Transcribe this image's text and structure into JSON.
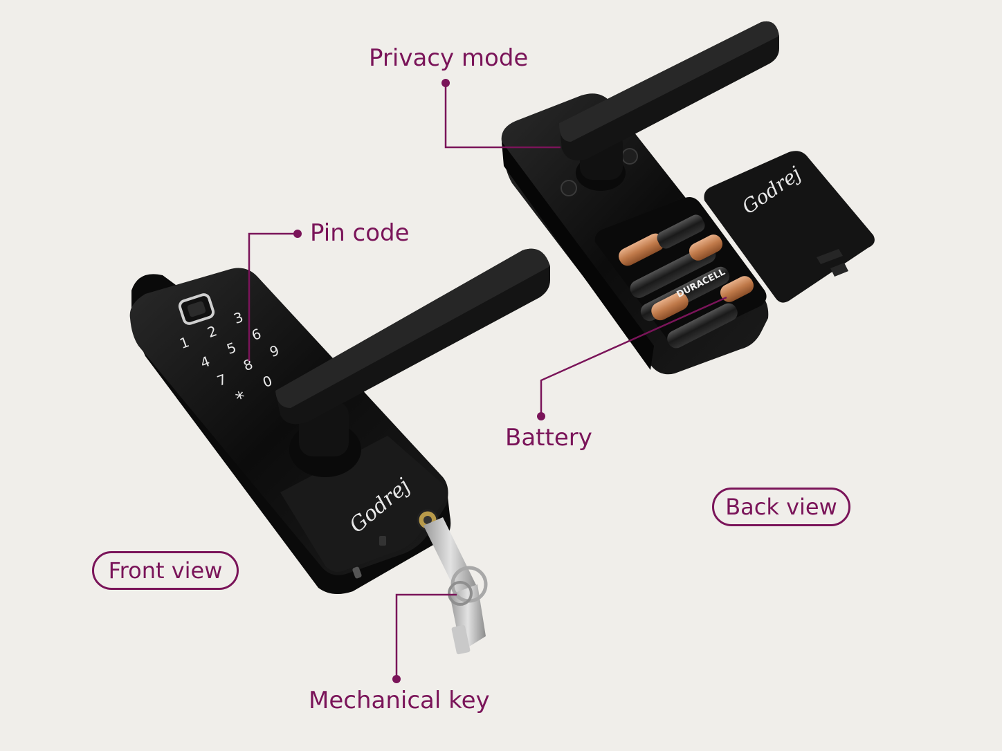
{
  "callouts": {
    "privacy_mode": "Privacy mode",
    "pin_code": "Pin code",
    "battery": "Battery",
    "mechanical_key": "Mechanical key"
  },
  "views": {
    "front": "Front view",
    "back": "Back view"
  },
  "keypad": {
    "digits": [
      "1",
      "2",
      "3",
      "4",
      "5",
      "6",
      "7",
      "8",
      "9",
      "*",
      "0"
    ]
  },
  "brand": {
    "logo_text": "Godrej",
    "battery_text": "DURACELL"
  },
  "colors": {
    "background": "#f0eeea",
    "accent": "#7a1459",
    "device": "#121212",
    "battery_copper": "#c8885a"
  }
}
